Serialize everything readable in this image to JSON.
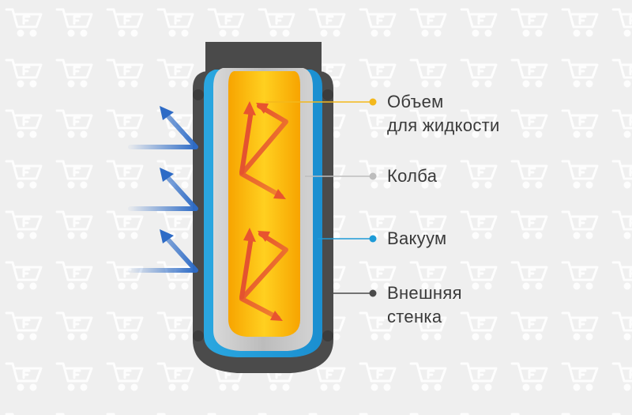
{
  "labels": {
    "volume": {
      "line1": "Объем",
      "line2": "для жидкости"
    },
    "flask": {
      "line1": "Колба"
    },
    "vacuum": {
      "line1": "Вакуум"
    },
    "outer_wall": {
      "line1": "Внешняя",
      "line2": "стенка"
    }
  },
  "colors": {
    "background": "#efefef",
    "outer_wall": "#4a4a4a",
    "vacuum": "#1e9bd7",
    "flask": "#c7c7c7",
    "liquid": "#f9b800",
    "heat_arrow": "#e8542f",
    "cold_arrow": "#2d6bc6",
    "marker_volume": "#f3b81c",
    "marker_flask": "#bdbdbd",
    "marker_vacuum": "#1e9bd7",
    "marker_outer": "#4a4a4a"
  },
  "icons": {
    "watermark": "shopping-cart-icon"
  }
}
